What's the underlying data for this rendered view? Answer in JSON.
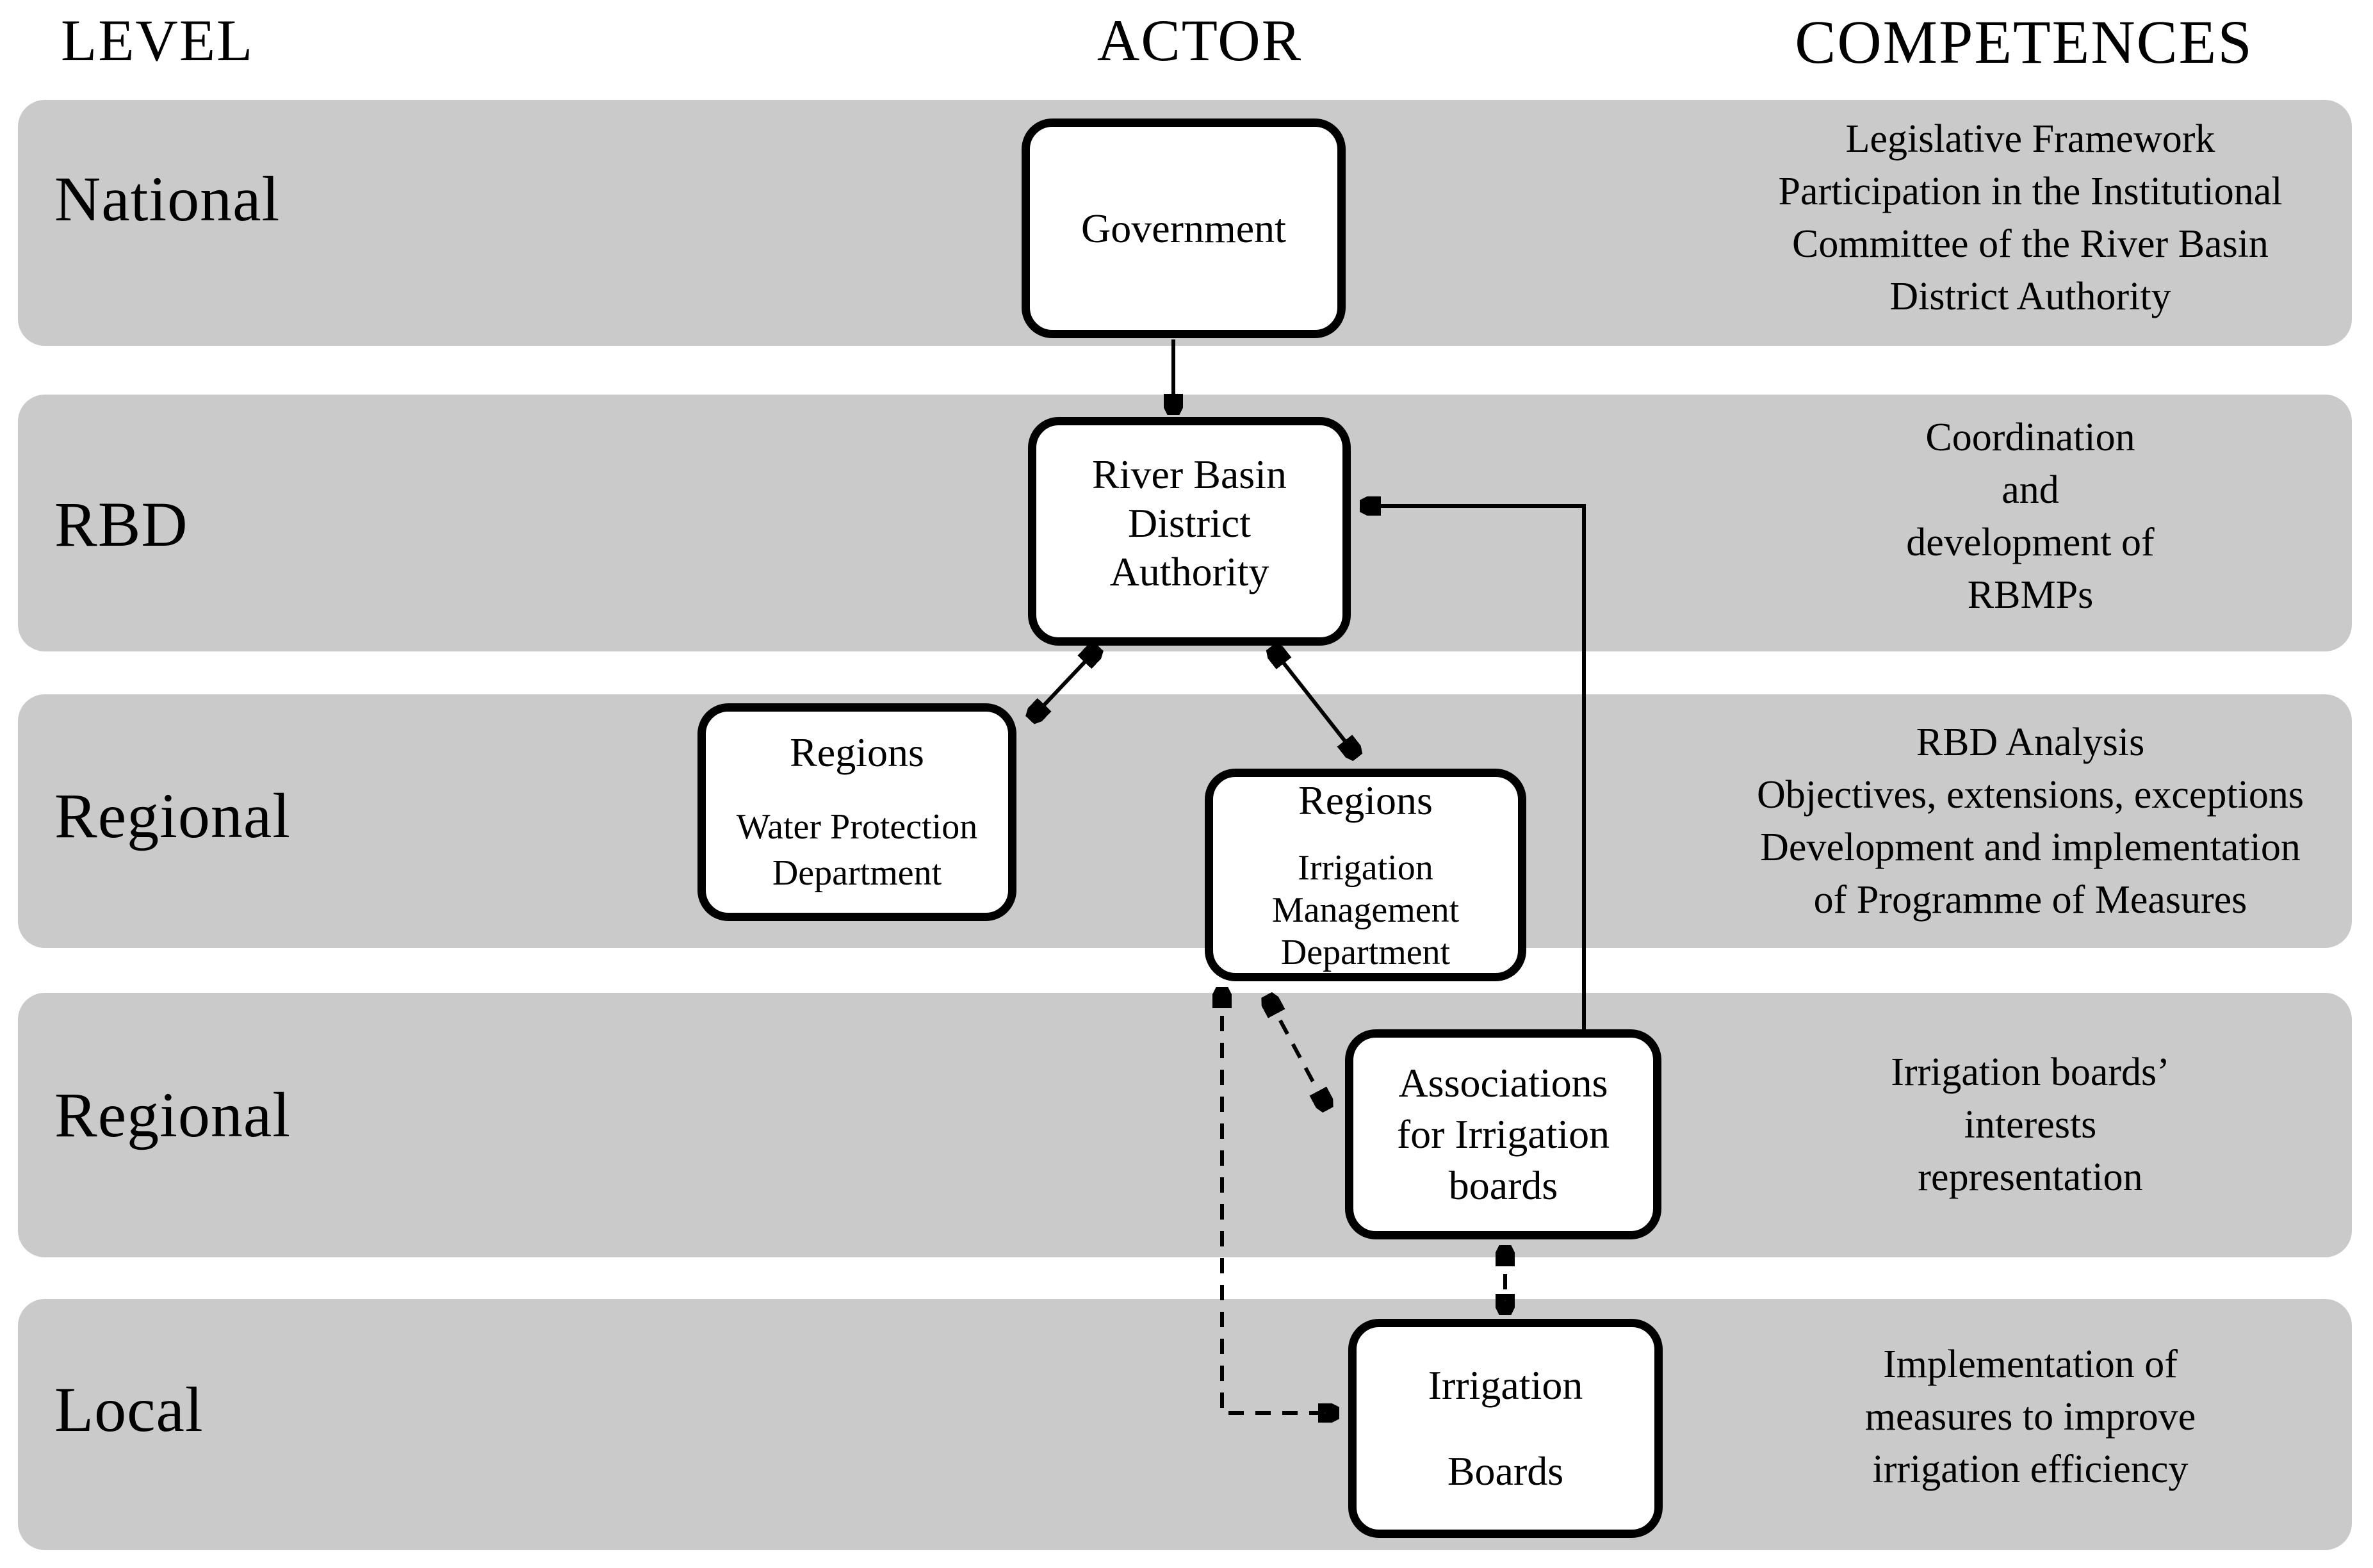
{
  "colors": {
    "band": "#cacaca",
    "box_background": "#ffffff",
    "box_border": "#000000",
    "text": "#000000"
  },
  "headers": {
    "level": "LEVEL",
    "actor": "ACTOR",
    "competences": "COMPETENCES"
  },
  "levels": [
    "National",
    "RBD",
    "Regional",
    "Regional",
    "Local"
  ],
  "competences": {
    "national": [
      "Legislative Framework",
      "Participation in the Institutional",
      "Committee of the River Basin",
      "District Authority"
    ],
    "rbd": [
      "Coordination",
      "and",
      "development of",
      "RBMPs"
    ],
    "regional_rbd": [
      "RBD Analysis",
      "Objectives, extensions, exceptions",
      "Development and implementation",
      "of Programme of Measures"
    ],
    "regional_boards": [
      "Irrigation boards’",
      "interests",
      "representation"
    ],
    "local": [
      "Implementation of",
      "measures to improve",
      "irrigation efficiency"
    ]
  },
  "actors": {
    "government": {
      "title": "Government"
    },
    "river_basin_district_authority": {
      "lines": [
        "River Basin",
        "District",
        "Authority"
      ]
    },
    "regions_water_protection": {
      "title": "Regions",
      "lines": [
        "Water Protection",
        "Department"
      ]
    },
    "regions_irrigation_management": {
      "title": "Regions",
      "lines": [
        "Irrigation",
        "Management",
        "Department"
      ]
    },
    "associations_irrigation_boards": {
      "lines": [
        "Associations",
        "for Irrigation",
        "boards"
      ]
    },
    "irrigation_boards": {
      "lines": [
        "Irrigation",
        "Boards"
      ]
    }
  }
}
